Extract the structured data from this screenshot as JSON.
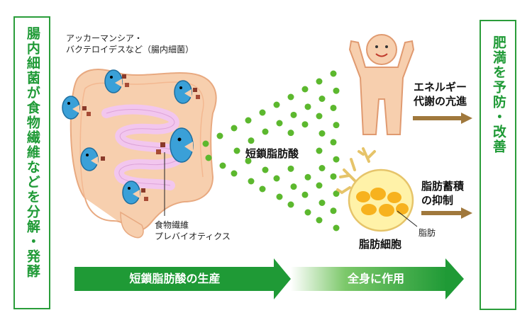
{
  "left_box": {
    "text": "腸内細菌が食物繊維などを分解・発酵"
  },
  "right_box": {
    "text": "肥満を予防・改善"
  },
  "bacteria_label": {
    "line1": "アッカーマンシア・",
    "line2": "バクテロイデスなど（腸内細菌）"
  },
  "fiber_label": {
    "line1": "食物繊維",
    "line2": "プレバイオティクス"
  },
  "scfa_label": "短鎖脂肪酸",
  "energy_label": {
    "line1": "エネルギー",
    "line2": "代謝の亢進"
  },
  "fat_store_label": {
    "line1": "脂肪蓄積",
    "line2": "の抑制"
  },
  "fat_cell_label": "脂肪細胞",
  "fat_label": "脂肪",
  "arrow1_label": "短鎖脂肪酸の生産",
  "arrow2_label": "全身に作用",
  "colors": {
    "green": "#1f9a36",
    "brown_arrow": "#a0783c",
    "intestine": "#f7cfae",
    "bacteria": "#3aa0d8",
    "fat_cell": "#fff2a8",
    "fat_droplet": "#f7b21e",
    "dots": "#5cb82e"
  }
}
